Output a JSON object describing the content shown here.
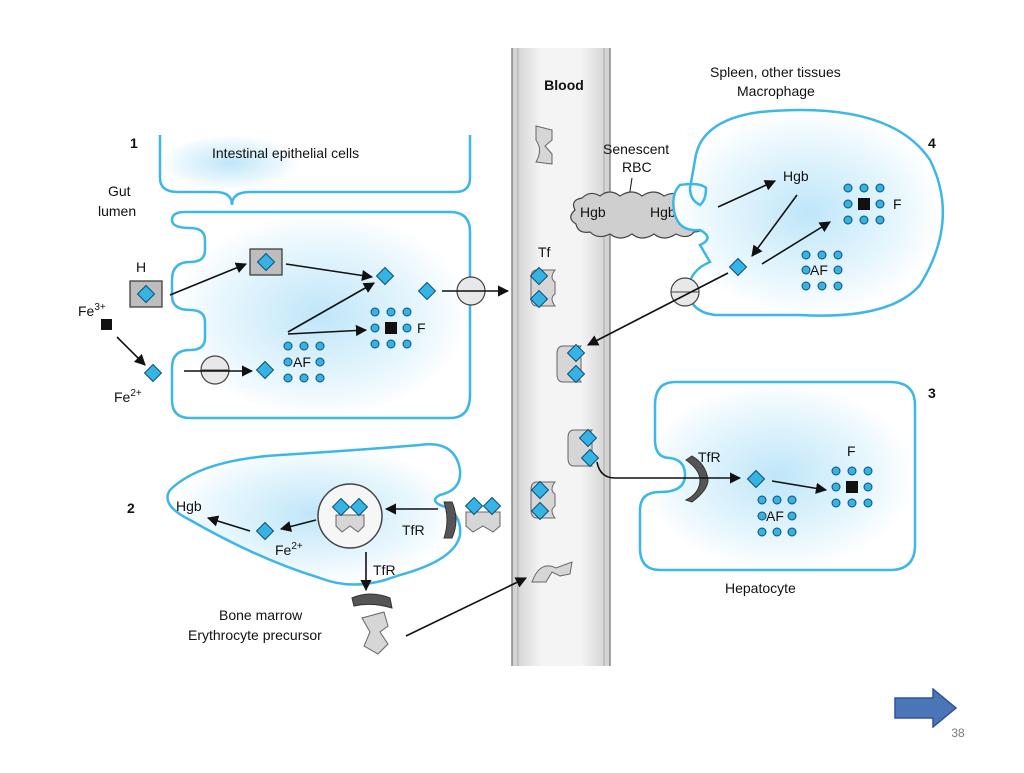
{
  "diagram": {
    "blood_label": "Blood",
    "spleen_label_line1": "Spleen, other tissues",
    "spleen_label_line2": "Macrophage",
    "panel1_number": "1",
    "panel2_number": "2",
    "panel3_number": "3",
    "panel4_number": "4",
    "intestinal_label": "Intestinal epithelial cells",
    "gut_label_line1": "Gut",
    "gut_label_line2": "lumen",
    "heme_label": "H",
    "fe3_base": "Fe",
    "fe3_sup": "3+",
    "fe2_base": "Fe",
    "fe2_sup": "2+",
    "af_label": "AF",
    "f_label": "F",
    "tf_label": "Tf",
    "senescent_line1": "Senescent",
    "senescent_line2": "RBC",
    "hgb_label": "Hgb",
    "tfr_label": "TfR",
    "bone_marrow_line1": "Bone marrow",
    "bone_marrow_line2": "Erythrocyte precursor",
    "hepatocyte_label": "Hepatocyte"
  },
  "slide": {
    "page_number": "38",
    "next_arrow_icon": "right-arrow-icon",
    "arrow_color": "#4a76b8"
  },
  "colors": {
    "membrane": "#3db6e8",
    "diamond": "#35b3e5",
    "vessel": "#e2e2e2"
  }
}
